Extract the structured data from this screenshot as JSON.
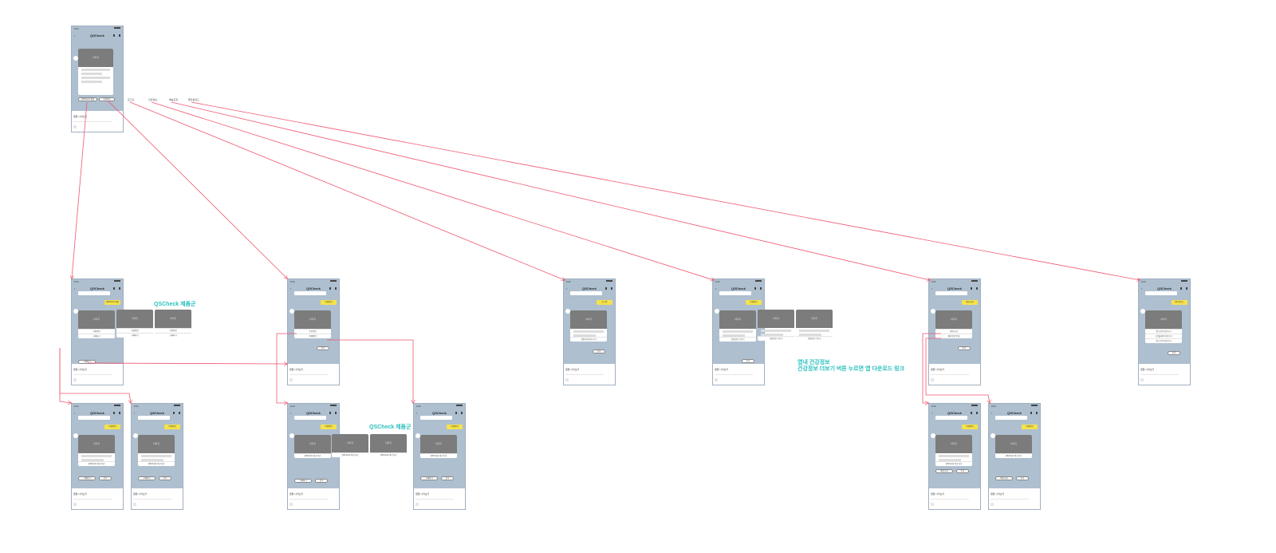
{
  "colors": {
    "arrow": "#f0566f",
    "phone_bg": "#aebfcf",
    "badge": "#f6e24a",
    "note": "#2ac0bf",
    "image_placeholder": "#7c7c7c"
  },
  "app_title": "QSCheck",
  "status_time": "9:41",
  "image_label": "이미지",
  "footer_text": "웹툰 나의보기",
  "root_buttons": [
    "QSCheck 제품",
    "이용안내"
  ],
  "root_links": [
    "로그인",
    "건강정보",
    "배송조회",
    "앱다운로드"
  ],
  "notes": {
    "products_1": "QSCheck 제품군",
    "products_2": "QSCheck 제품군",
    "health_line1": "앱내 건강정보",
    "health_line2": "건강정보 더보기 버튼 누르면 앱 다운로드 링크"
  },
  "badges": {
    "products": "QSCheck 제품",
    "guide": "이용안내",
    "login": "로그인",
    "health": "건강정보",
    "delivery": "배송조회",
    "app": "앱다운로드",
    "sub": "이용안내"
  },
  "options": {
    "products_card": [
      "사용방법",
      "구매하기"
    ],
    "guide_card": [
      "주문방법",
      "결제방법"
    ],
    "login_card": "회원가입하러 가기",
    "health_card": "건강정보 더보기",
    "delivery_card": [
      "배송조회",
      "배송완료 안내"
    ],
    "app_card": [
      "앱스토어 바로가기",
      "구글플레이 바로가기",
      "원스토어 바로가기"
    ],
    "sub_card": "QSCheck 바로가기",
    "buy_button": "구매하기",
    "close_button": "닫기"
  }
}
